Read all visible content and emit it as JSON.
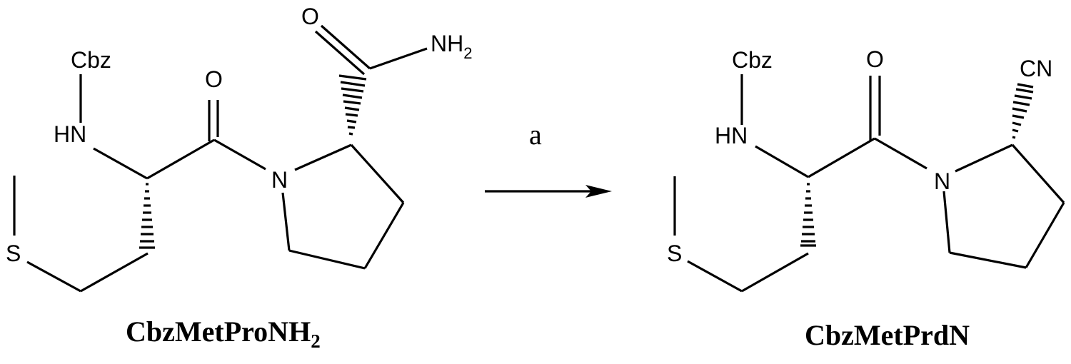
{
  "reaction": {
    "type": "chemical-reaction-scheme",
    "condition_label": "a",
    "arrow_direction": "right",
    "reactant": {
      "name_main": "CbzMetProNH",
      "name_subscript": "2",
      "full_name": "CbzMetProNH2",
      "atom_labels": {
        "cbz": "Cbz",
        "hn": "HN",
        "s": "S",
        "carbonyl_o": "O",
        "ring_n": "N",
        "amide_o": "O",
        "nh2_main": "NH",
        "nh2_sub": "2"
      }
    },
    "product": {
      "name_main": "CbzMetPrdN",
      "full_name": "CbzMetPrdN",
      "atom_labels": {
        "cbz": "Cbz",
        "hn": "HN",
        "s": "S",
        "carbonyl_o": "O",
        "ring_n": "N",
        "nitrile": "CN"
      }
    }
  },
  "colors": {
    "ink": "#000000",
    "background": "#ffffff"
  }
}
